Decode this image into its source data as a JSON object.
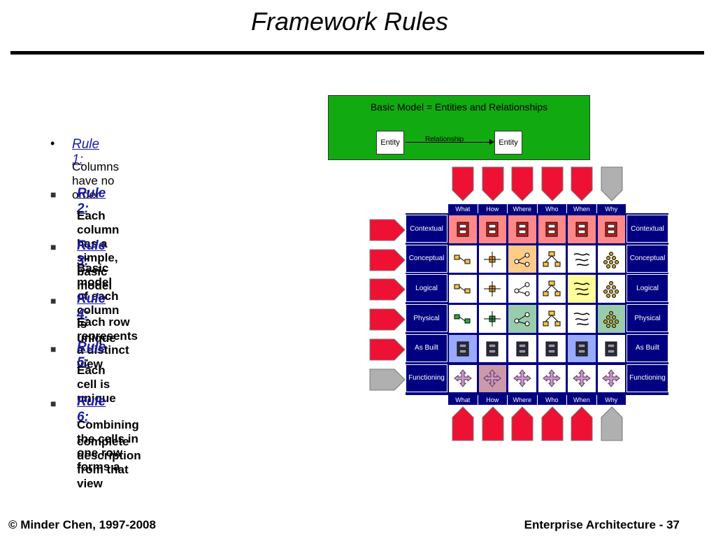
{
  "title": "Framework Rules",
  "rules": [
    {
      "bullet": "•",
      "heading": "Rule 1:",
      "description": "Columns have no order"
    },
    {
      "bullet": "■",
      "heading": "Rule 2:",
      "description": "Each column has a simple, basic model"
    },
    {
      "bullet": "■",
      "heading": "Rule 3:",
      "description": "Basic model of each column is unique"
    },
    {
      "bullet": "■",
      "heading": "Rule 4:",
      "description": "Each row represents a distinct view"
    },
    {
      "bullet": "■",
      "heading": "Rule 5:",
      "description": "Each cell is unique"
    },
    {
      "bullet": "■",
      "heading": "Rule 6:",
      "description_line1": "Combining the cells in one row forms a",
      "description_line2": "complete description from that view"
    }
  ],
  "basic_model": {
    "title": "Basic Model = Entities and Relationships",
    "entity_left": "Entity",
    "entity_right": "Entity",
    "relationship": "Relationship"
  },
  "framework": {
    "columns": [
      "What",
      "How",
      "Where",
      "Who",
      "When",
      "Why"
    ],
    "rows": [
      "Contextual",
      "Conceptual",
      "Logical",
      "Physical",
      "As Built",
      "Functioning"
    ],
    "colors": {
      "header_bg": "#000080",
      "arrow_red": "#ee1133",
      "arrow_gray": "#b0b0b0",
      "contextual_cell": "#ff8888",
      "yellow_cell": "#ffff99",
      "orange_cell": "#ffcc88",
      "green_cell": "#99ccaa",
      "blue_cell": "#99aaff",
      "mauve_cell": "#cc99aa"
    }
  },
  "footer": {
    "left": "© Minder Chen, 1997-2008",
    "right": "Enterprise Architecture - 37"
  }
}
